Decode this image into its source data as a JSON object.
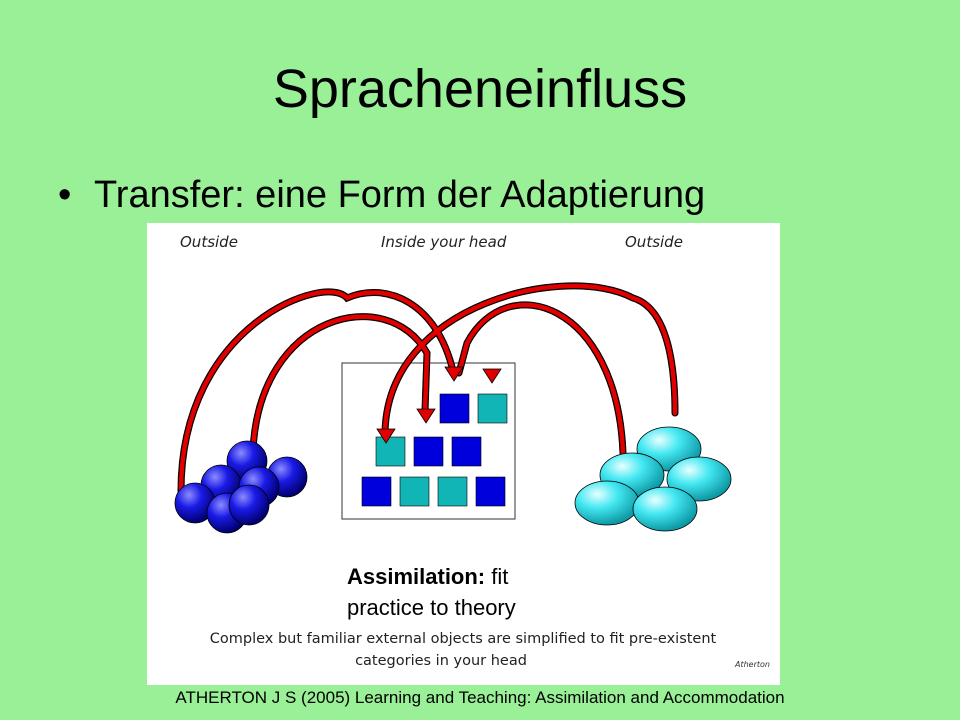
{
  "slide": {
    "title": "Spracheneinfluss",
    "bullet": "Transfer: eine Form der Adaptierung"
  },
  "figure": {
    "labels": {
      "outside_left": "Outside",
      "inside": "Inside your head",
      "outside_right": "Outside"
    },
    "heading_bold": "Assimilation:",
    "heading_rest": " fit",
    "heading_line2": "practice to theory",
    "description_line1": "Complex but familiar external objects are simplified to fit pre-existent",
    "description_line2": "categories in your head",
    "signature": "Atherton"
  },
  "caption": "ATHERTON J S (2005) Learning and Teaching:  Assimilation and Accommodation",
  "colors": {
    "background": "#99f097",
    "arrow": "#e00000",
    "dark_blue": "#0000dd",
    "teal": "#11b5b5",
    "cyan": "#33e6f0"
  }
}
